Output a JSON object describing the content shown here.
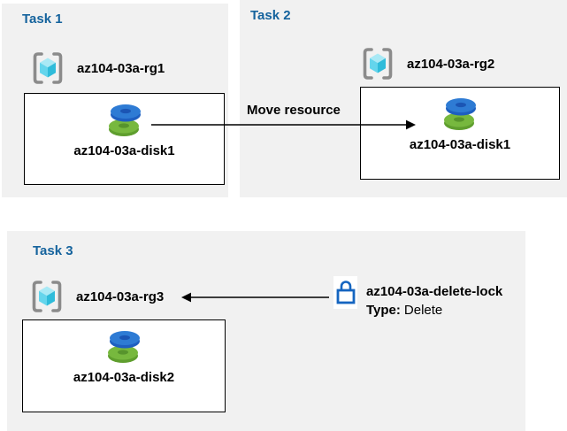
{
  "diagram": {
    "panels": [
      {
        "title": "Task 1",
        "rg_label": "az104-03a-rg1",
        "disk_label": "az104-03a-disk1"
      },
      {
        "title": "Task 2",
        "rg_label": "az104-03a-rg2",
        "disk_label": "az104-03a-disk1"
      },
      {
        "title": "Task 3",
        "rg_label": "az104-03a-rg3",
        "disk_label": "az104-03a-disk2"
      }
    ],
    "move_arrow_label": "Move resource",
    "lock": {
      "name": "az104-03a-delete-lock",
      "type_label": "Type:",
      "type_value": "Delete"
    },
    "icons": {
      "resource_group": "resource-group-icon",
      "disk": "disk-stack-icon",
      "lock": "lock-icon",
      "move_arrow": "arrow-right",
      "lock_arrow": "arrow-left"
    },
    "colors": {
      "panel_bg": "#f1f1f1",
      "title_blue": "#15639d",
      "label_black": "#000000",
      "arrow_black": "#000000",
      "box_border": "#000000",
      "lock_blue": "#1565c0",
      "disk_blue": "#2e7bd4",
      "disk_blue_dark": "#1e5fc0",
      "disk_blue_hole": "#1b55b4",
      "disk_green": "#77b83e",
      "disk_green_dark": "#5f9e2e",
      "disk_green_hole": "#57942c",
      "cube_top": "#a9e9f5",
      "cube_left": "#64d5ec",
      "cube_right": "#2fbcda",
      "bracket_gray": "#8b8b8b"
    }
  }
}
